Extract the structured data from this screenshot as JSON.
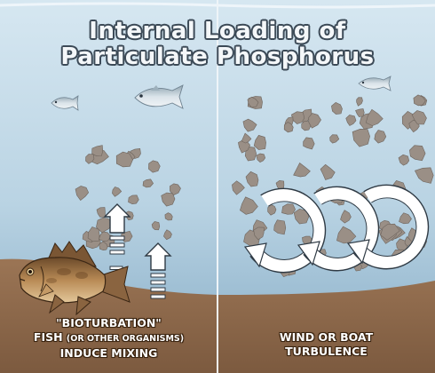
{
  "title": {
    "line1": "Internal Loading of",
    "line2": "Particulate Phosphorus"
  },
  "left_panel": {
    "caption_line1": "\"BIOTURBATION\"",
    "caption_line2_main": "FISH ",
    "caption_line2_small": "(OR OTHER ORGANISMS)",
    "caption_line3": "INDUCE MIXING"
  },
  "right_panel": {
    "caption_line1": "WIND OR BOAT",
    "caption_line2": "TURBULENCE"
  },
  "colors": {
    "water_top": "#cfe2ee",
    "water_bottom": "#8fb6cf",
    "sediment": "#8e6a4c",
    "particle": "#9a8f86",
    "title_fill": "#f4f7f9",
    "title_outline": "#3c4a57"
  }
}
